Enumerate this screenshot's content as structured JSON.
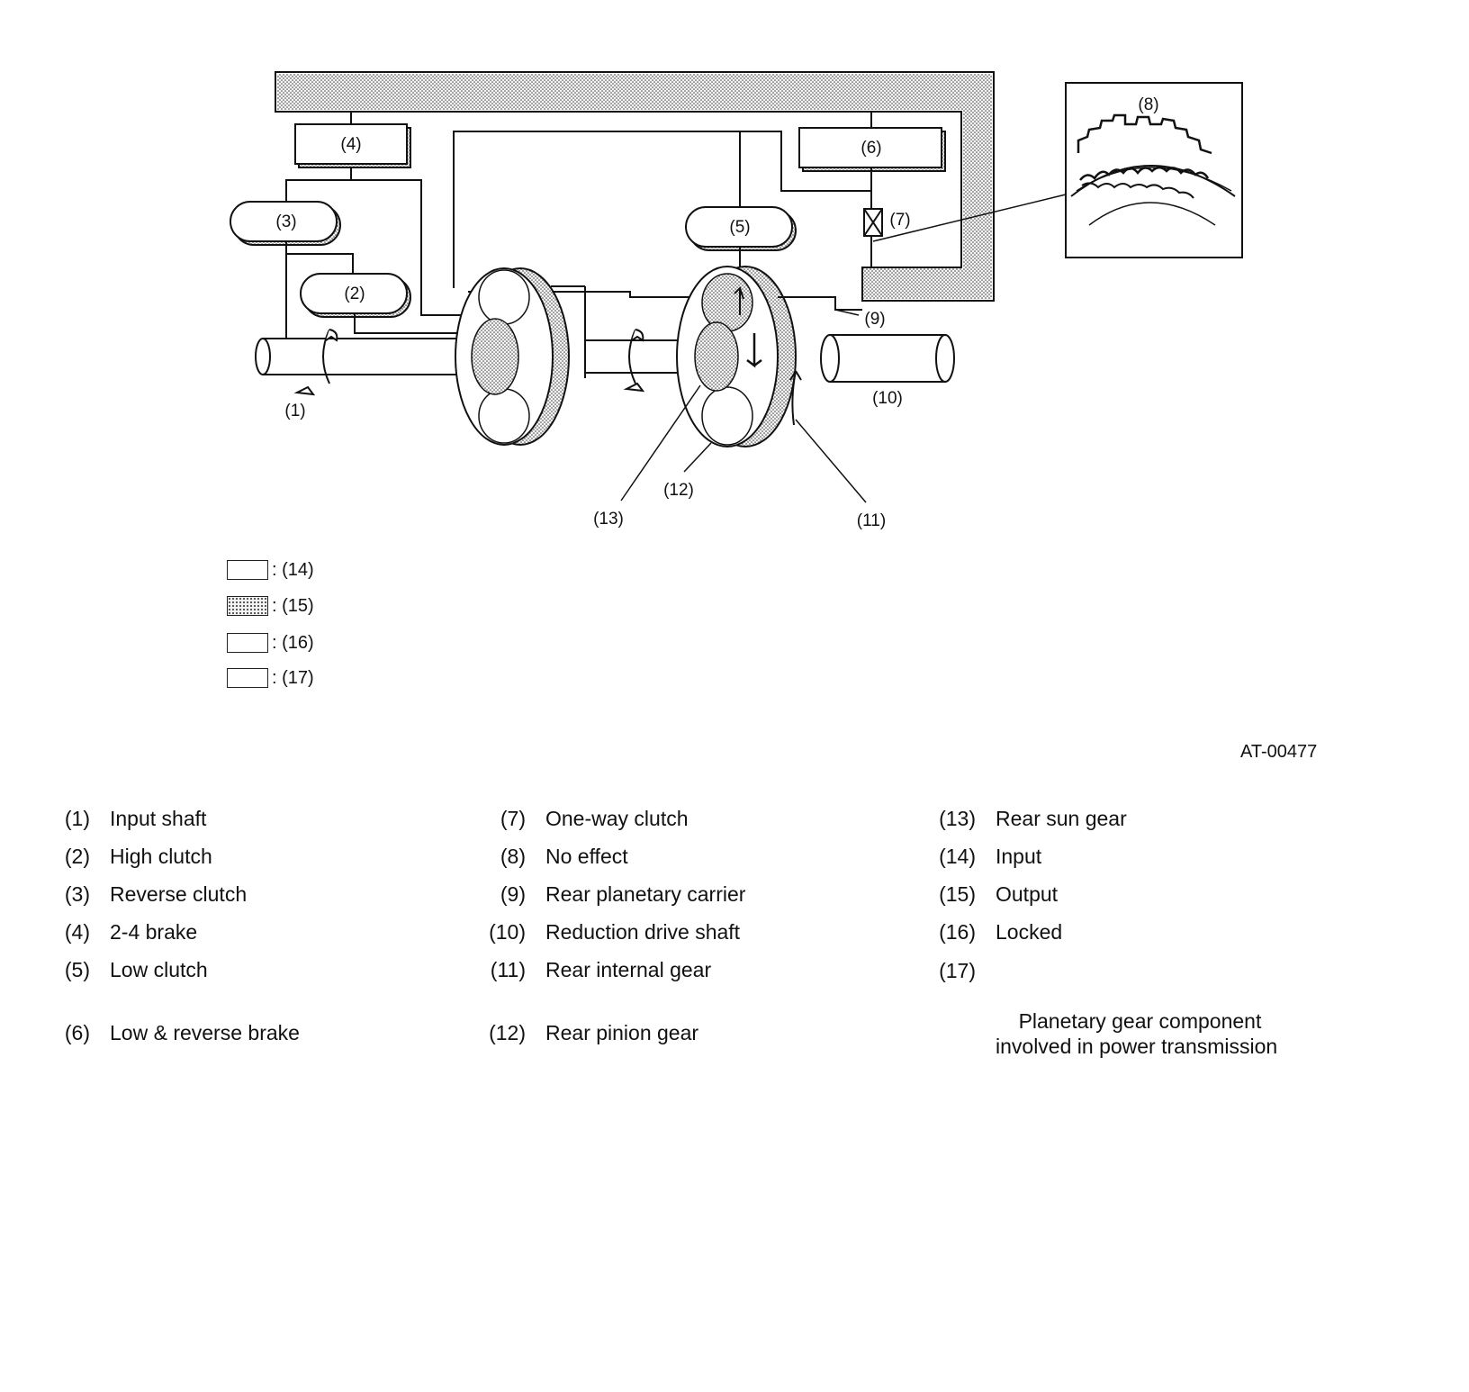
{
  "diagram": {
    "callouts": {
      "c1": "(1)",
      "c2": "(2)",
      "c3": "(3)",
      "c4": "(4)",
      "c5": "(5)",
      "c6": "(6)",
      "c7": "(7)",
      "c8": "(8)",
      "c9": "(9)",
      "c10": "(10)",
      "c11": "(11)",
      "c12": "(12)",
      "c13": "(13)"
    }
  },
  "legend": [
    {
      "label": ": (14)",
      "pattern": "plain"
    },
    {
      "label": ": (15)",
      "pattern": "dotted"
    },
    {
      "label": ": (16)",
      "pattern": "plain"
    },
    {
      "label": ": (17)",
      "pattern": "plain"
    }
  ],
  "figure_id": "AT-00477",
  "key": {
    "col1": [
      {
        "num": "(1)",
        "text": "Input shaft"
      },
      {
        "num": "(2)",
        "text": "High clutch"
      },
      {
        "num": "(3)",
        "text": "Reverse clutch"
      },
      {
        "num": "(4)",
        "text": "2-4 brake"
      },
      {
        "num": "(5)",
        "text": "Low clutch"
      },
      {
        "num": "(6)",
        "text": "Low & reverse brake"
      }
    ],
    "col2": [
      {
        "num": "(7)",
        "text": "One-way clutch"
      },
      {
        "num": "(8)",
        "text": "No effect"
      },
      {
        "num": "(9)",
        "text": "Rear planetary carrier"
      },
      {
        "num": "(10)",
        "text": "Reduction drive shaft"
      },
      {
        "num": "(11)",
        "text": "Rear internal gear"
      },
      {
        "num": "(12)",
        "text": "Rear pinion gear"
      }
    ],
    "col3": [
      {
        "num": "(13)",
        "text": "Rear sun gear"
      },
      {
        "num": "(14)",
        "text": "Input"
      },
      {
        "num": "(15)",
        "text": "Output"
      },
      {
        "num": "(16)",
        "text": "Locked"
      },
      {
        "num": "(17)",
        "text": "Planetary gear component\ninvolved in power transmission"
      }
    ]
  }
}
